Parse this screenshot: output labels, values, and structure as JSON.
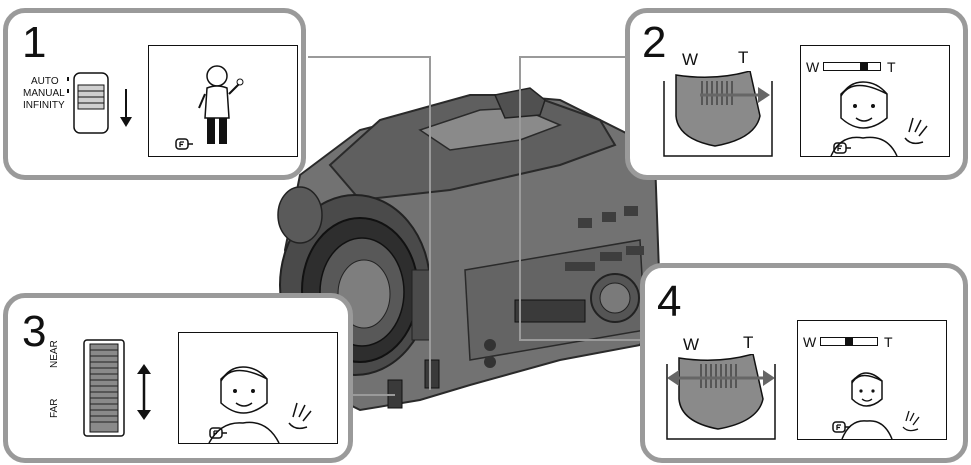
{
  "steps": [
    {
      "number": "1",
      "switch_labels": [
        "AUTO",
        "MANUAL",
        "INFINITY"
      ]
    },
    {
      "number": "2",
      "lever_labels": [
        "W",
        "T"
      ],
      "zoom_bar": {
        "left": "W",
        "right": "T",
        "level": 0.75
      }
    },
    {
      "number": "3",
      "ring_labels": [
        "NEAR",
        "FAR"
      ]
    },
    {
      "number": "4",
      "lever_labels": [
        "W",
        "T"
      ],
      "zoom_bar": {
        "left": "W",
        "right": "T",
        "level": 0.5
      }
    }
  ],
  "colors": {
    "panel_border": "#9a9a9a",
    "camera_body": "#6f6f6f",
    "camera_dark": "#3a3a3a",
    "lever": "#8a8a8a"
  }
}
